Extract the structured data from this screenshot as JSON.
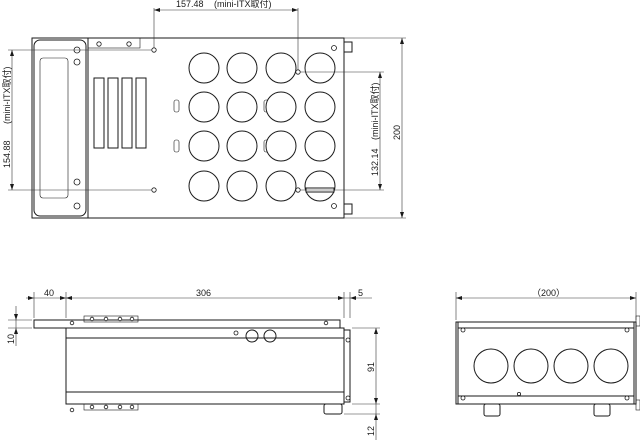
{
  "top_view": {
    "dim_top": "157.48",
    "dim_top_note": "(mini-ITX取付)",
    "dim_left": "154.88",
    "dim_left_note": "(mini-ITX取付)",
    "dim_right_inner": "132.14",
    "dim_right_inner_note": "(mini-ITX取付)",
    "dim_right_outer": "200"
  },
  "side_view": {
    "dim_left_tab": "40",
    "dim_length": "306",
    "dim_end": "5",
    "dim_flange": "10",
    "dim_height": "91",
    "dim_foot": "12"
  },
  "end_view": {
    "dim_width": "（200）"
  }
}
